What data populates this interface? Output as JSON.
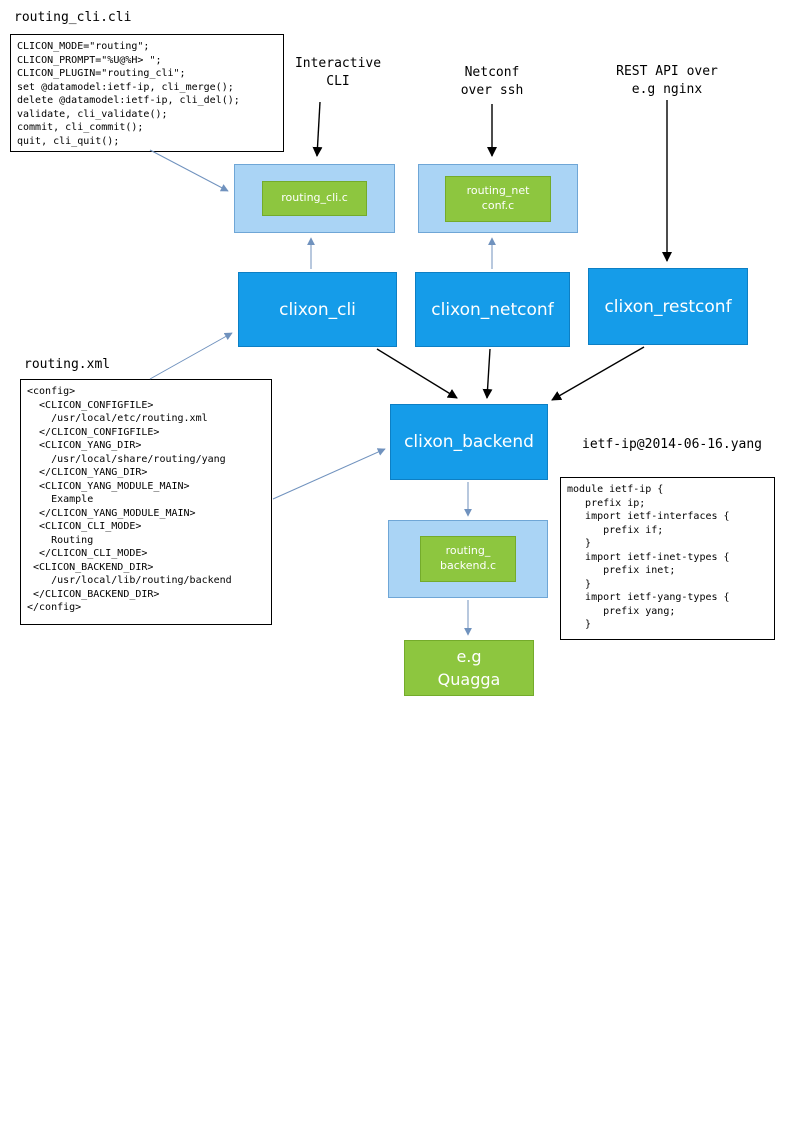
{
  "colors": {
    "node_blue": "#159ce9",
    "node_light_blue": "#aad4f5",
    "node_green": "#8dc63f",
    "arrow_black": "#000000",
    "arrow_blue": "#7092be"
  },
  "files": {
    "cli_spec": {
      "label": "routing_cli.cli",
      "code": [
        "CLICON_MODE=\"routing\";",
        "CLICON_PROMPT=\"%U@%H> \";",
        "CLICON_PLUGIN=\"routing_cli\";",
        "set @datamodel:ietf-ip, cli_merge();",
        "delete @datamodel:ietf-ip, cli_del();",
        "validate, cli_validate();",
        "commit, cli_commit();",
        "quit, cli_quit();"
      ]
    },
    "config_xml": {
      "label": "routing.xml",
      "code": [
        "<config>",
        "  <CLICON_CONFIGFILE>",
        "    /usr/local/etc/routing.xml",
        "  </CLICON_CONFIGFILE>",
        "  <CLICON_YANG_DIR>",
        "    /usr/local/share/routing/yang",
        "  </CLICON_YANG_DIR>",
        "  <CLICON_YANG_MODULE_MAIN>",
        "    Example",
        "  </CLICON_YANG_MODULE_MAIN>",
        "  <CLICON_CLI_MODE>",
        "    Routing",
        "  </CLICON_CLI_MODE>",
        " <CLICON_BACKEND_DIR>",
        "    /usr/local/lib/routing/backend",
        " </CLICON_BACKEND_DIR>",
        "</config>"
      ]
    },
    "yang_module": {
      "label": "ietf-ip@2014-06-16.yang",
      "code": [
        "module ietf-ip {",
        "   prefix ip;",
        "   import ietf-interfaces {",
        "      prefix if;",
        "   }",
        "   import ietf-inet-types {",
        "      prefix inet;",
        "   }",
        "   import ietf-yang-types {",
        "      prefix yang;",
        "   }"
      ]
    }
  },
  "annotations": {
    "interactive_cli": [
      "Interactive",
      "CLI"
    ],
    "netconf_over_ssh": [
      "Netconf",
      "over ssh"
    ],
    "rest_api": [
      "REST API over",
      "e.g nginx"
    ]
  },
  "nodes": {
    "routing_cli_c": [
      "routing_cli.c"
    ],
    "routing_netconf_c": [
      "routing_net",
      "conf.c"
    ],
    "clixon_cli": "clixon_cli",
    "clixon_netconf": "clixon_netconf",
    "clixon_restconf": "clixon_restconf",
    "clixon_backend": "clixon_backend",
    "routing_backend_c": [
      "routing_",
      "backend.c"
    ],
    "quagga": [
      "e.g",
      "Quagga"
    ]
  },
  "edges": [
    {
      "from": "interactive-cli-annotation",
      "to": "routing_cli.c",
      "style": "black"
    },
    {
      "from": "netconf-over-ssh-annotation",
      "to": "routing_netconf.c",
      "style": "black"
    },
    {
      "from": "rest-api-annotation",
      "to": "clixon_restconf",
      "style": "black"
    },
    {
      "from": "clixon_cli",
      "to": "clixon_backend",
      "style": "black"
    },
    {
      "from": "clixon_netconf",
      "to": "clixon_backend",
      "style": "black"
    },
    {
      "from": "clixon_restconf",
      "to": "clixon_backend",
      "style": "black"
    },
    {
      "from": "routing_cli.cli",
      "to": "routing_cli.c",
      "style": "blue"
    },
    {
      "from": "clixon_cli",
      "to": "routing_cli.c",
      "style": "blue"
    },
    {
      "from": "clixon_netconf",
      "to": "routing_netconf.c",
      "style": "blue"
    },
    {
      "from": "routing.xml",
      "to": "clixon_cli",
      "style": "blue"
    },
    {
      "from": "routing.xml",
      "to": "clixon_backend",
      "style": "blue"
    },
    {
      "from": "clixon_backend",
      "to": "routing_backend.c",
      "style": "blue"
    },
    {
      "from": "routing_backend.c",
      "to": "quagga",
      "style": "blue"
    }
  ]
}
